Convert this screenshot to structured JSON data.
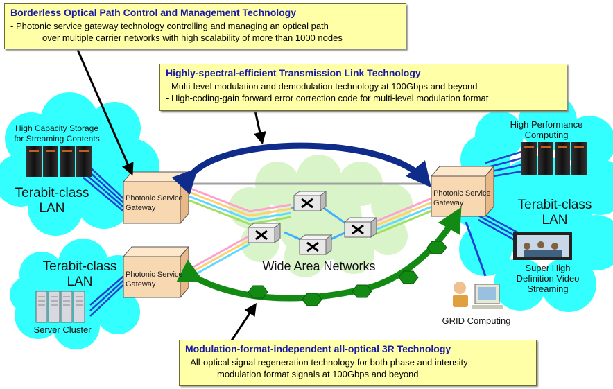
{
  "callouts": {
    "borderless": {
      "title": "Borderless Optical Path Control and Management Technology",
      "line1": "- Photonic service gateway technology controlling and managing an optical path",
      "line2": "over multiple carrier networks with high scalability of more than 1000 nodes"
    },
    "spectral": {
      "title": "Highly-spectral-efficient Transmission Link Technology",
      "line1": "- Multi-level modulation and demodulation technology at 100Gbps and beyond",
      "line2": "- High-coding-gain forward error correction code for multi-level modulation format"
    },
    "regeneration": {
      "title": "Modulation-format-independent all-optical 3R Technology",
      "line1": "- All-optical signal regeneration technology for both phase and intensity",
      "line2": "modulation format signals at 100Gbps and beyond"
    }
  },
  "labels": {
    "storage": "High Capacity Storage\nfor Streaming Contents",
    "lan_top_left": "Terabit-class\nLAN",
    "lan_bottom_left": "Terabit-class\nLAN",
    "lan_right": "Terabit-class\nLAN",
    "server_cluster": "Server Cluster",
    "hpc": "High Performance\nComputing",
    "shd_video": "Super High\nDefinition Video\nStreaming",
    "grid": "GRID Computing",
    "wan": "Wide Area Networks"
  },
  "gateways": {
    "top_left": "Photonic Service\nGateway",
    "bottom_left": "Photonic Service\nGateway",
    "right": "Photonic Service\nGateway"
  },
  "colors": {
    "note_bg": "#ffffa8",
    "title_blue": "#1a1aa6",
    "cloud": "#33ffff",
    "wan_cloud": "#d8f4c8",
    "arrow_blue": "#102c8a",
    "arrow_green": "#138a13",
    "gateway": "#f8d8b0"
  }
}
